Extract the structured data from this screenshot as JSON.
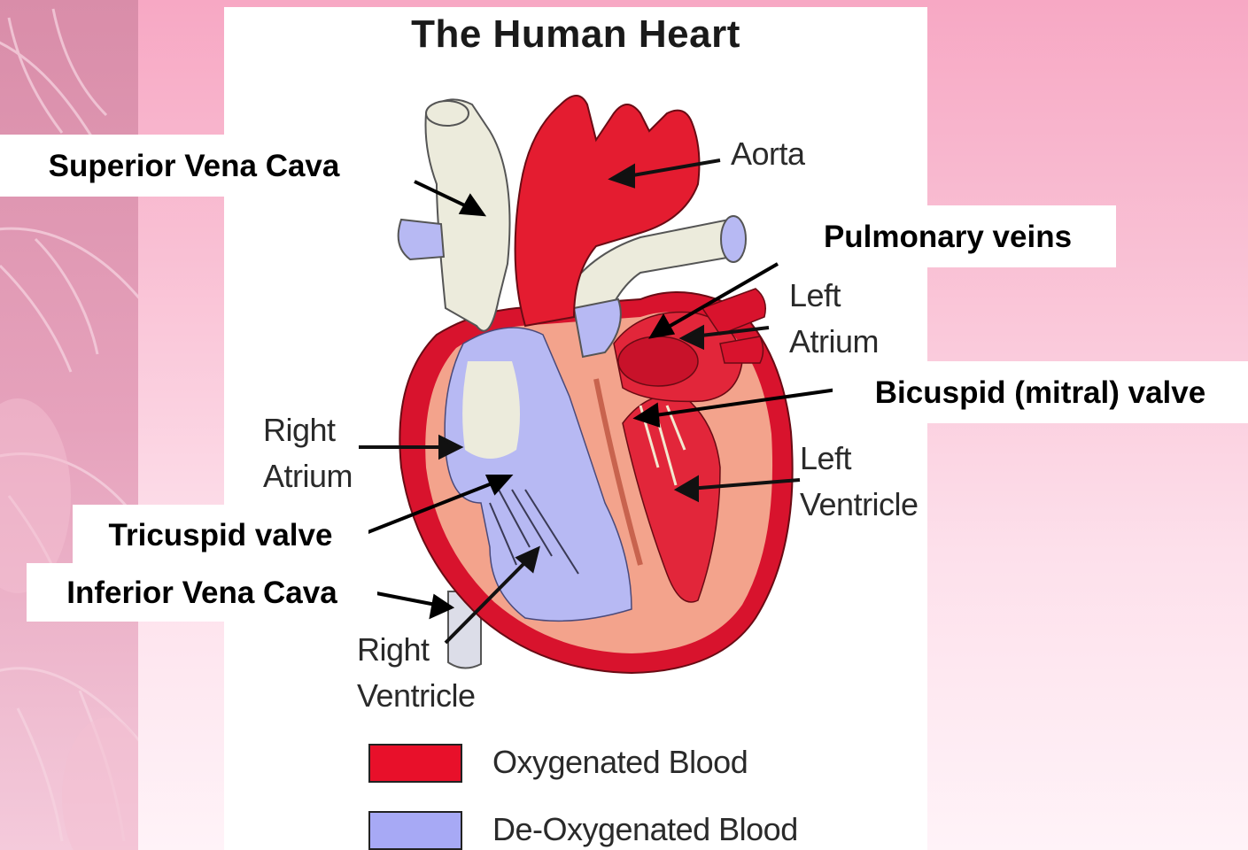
{
  "diagram": {
    "title": "The Human Heart",
    "labels": {
      "aorta": "Aorta",
      "left_atrium": [
        "Left",
        "Atrium"
      ],
      "right_atrium": [
        "Right",
        "Atrium"
      ],
      "left_ventricle": [
        "Left",
        "Ventricle"
      ],
      "right_ventricle": [
        "Right",
        "Ventricle"
      ]
    },
    "callouts": {
      "superior_vena_cava": "Superior Vena Cava",
      "pulmonary_veins": "Pulmonary veins",
      "bicuspid_valve": "Bicuspid (mitral) valve",
      "tricuspid_valve": "Tricuspid valve",
      "inferior_vena_cava": "Inferior Vena Cava"
    },
    "legend": [
      {
        "label": "Oxygenated Blood",
        "color": "#e8102a"
      },
      {
        "label": "De-Oxygenated Blood",
        "color": "#a7a9f5"
      }
    ],
    "colors": {
      "oxygenated": "#e41c30",
      "deoxygenated": "#b3b5f2",
      "wall": "#f2a38a",
      "vessel": "#ece9dc",
      "background_pink": "#f7a8c4"
    }
  }
}
